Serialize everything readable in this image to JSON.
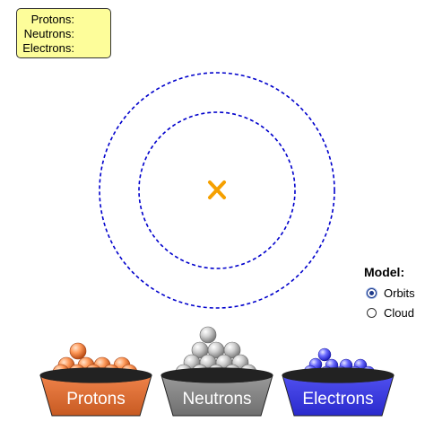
{
  "counts": {
    "protons_label": "Protons:",
    "neutrons_label": "Neutrons:",
    "electrons_label": "Electrons:"
  },
  "model": {
    "title": "Model:",
    "options": [
      {
        "label": "Orbits",
        "selected": true
      },
      {
        "label": "Cloud",
        "selected": false
      }
    ]
  },
  "buckets": {
    "protons": {
      "label": "Protons",
      "color": "#e8713a"
    },
    "neutrons": {
      "label": "Neutrons",
      "color": "#8a8a8a"
    },
    "electrons": {
      "label": "Electrons",
      "color": "#3f3fe0"
    }
  },
  "atom": {
    "center_marker_color": "#f5a000",
    "orbit_color": "#0000cc"
  }
}
